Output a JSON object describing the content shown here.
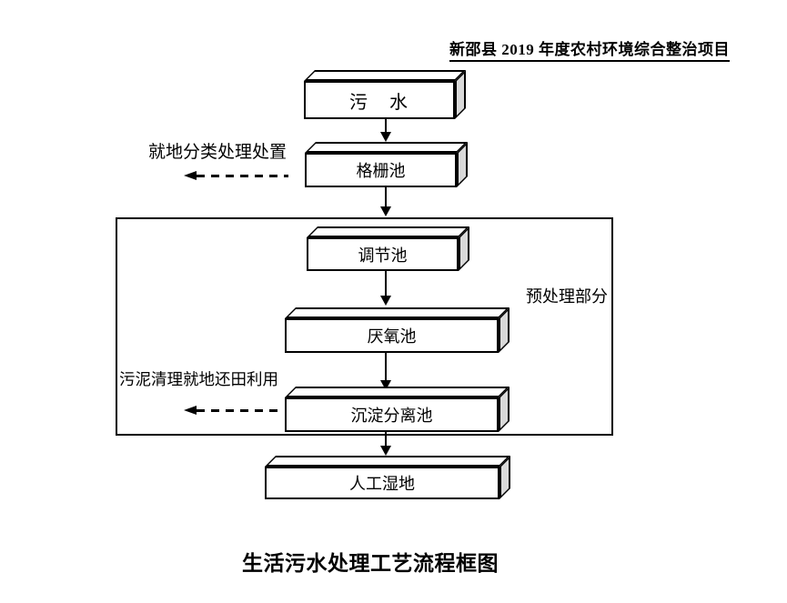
{
  "page": {
    "header": "新邵县 2019 年度农村环境综合整治项目",
    "caption": "生活污水处理工艺流程框图"
  },
  "flowchart": {
    "nodes": [
      {
        "id": "sewage",
        "label": "污　水"
      },
      {
        "id": "grid-pool",
        "label": "格栅池"
      },
      {
        "id": "regulating",
        "label": "调节池"
      },
      {
        "id": "anaerobic",
        "label": "厌氧池"
      },
      {
        "id": "sedimentation",
        "label": "沉淀分离池"
      },
      {
        "id": "wetland",
        "label": "人工湿地"
      }
    ],
    "group_label": "预处理部分",
    "side_labels": {
      "onsite": "就地分类处理处置",
      "sludge": "污泥清理就地还田利用"
    },
    "colors": {
      "line": "#000000",
      "box_fill": "#ffffff",
      "box_side_fill": "#d9d9d9",
      "background": "#ffffff"
    }
  }
}
